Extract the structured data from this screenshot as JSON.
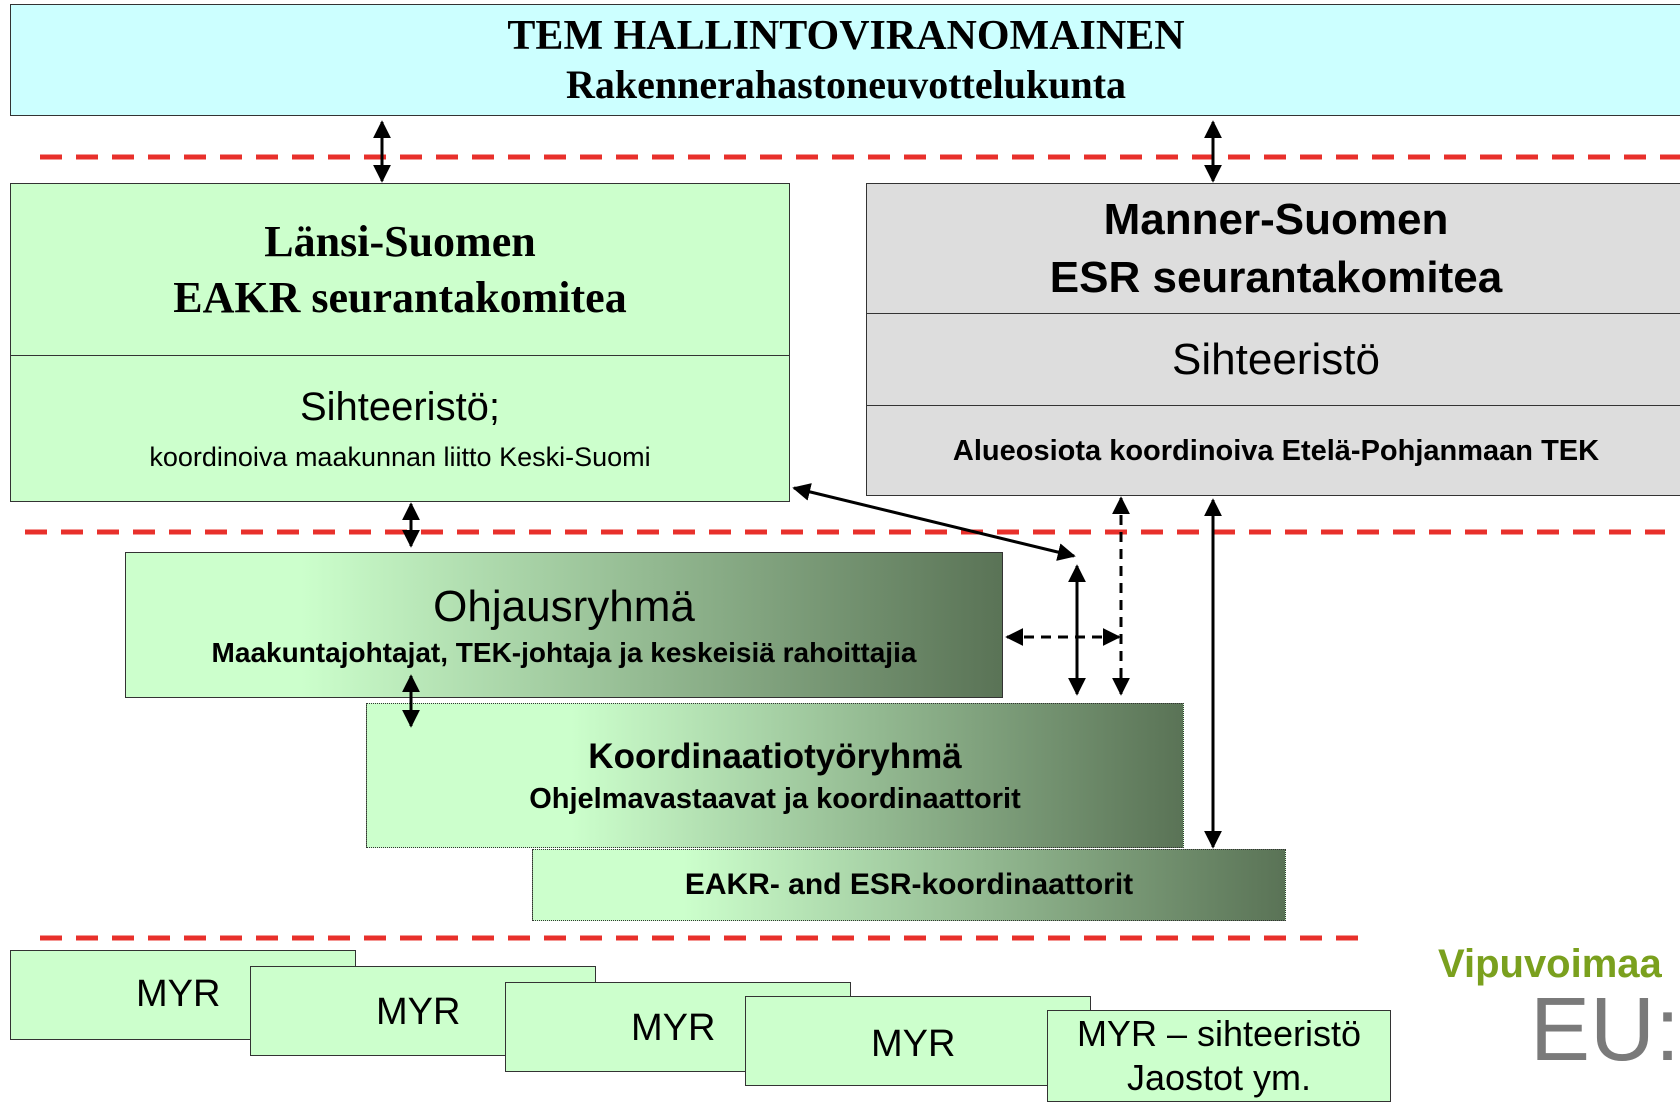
{
  "top": {
    "title": "TEM HALLINTOVIRANOMAINEN",
    "subtitle": "Rakennerahastoneuvottelukunta"
  },
  "eakr": {
    "title_line1": "Länsi-Suomen",
    "title_line2": "EAKR seurantakomitea",
    "secretariat": "Sihteeristö;",
    "coordinator": "koordinoiva maakunnan liitto Keski-Suomi"
  },
  "esr": {
    "title_line1": "Manner-Suomen",
    "title_line2": "ESR seurantakomitea",
    "secretariat": "Sihteeristö",
    "coordinator": "Alueosiota koordinoiva Etelä-Pohjanmaan TEK"
  },
  "steering": {
    "title": "Ohjausryhmä",
    "members": "Maakuntajohtajat, TEK-johtaja ja keskeisiä rahoittajia"
  },
  "coordination": {
    "title": "Koordinaatiotyöryhmä",
    "members": "Ohjelmavastaavat ja koordinaattorit"
  },
  "coordinators": {
    "label": "EAKR- and ESR-koordinaattorit"
  },
  "myr": {
    "items": [
      "MYR",
      "MYR",
      "MYR",
      "MYR"
    ],
    "secretariat_line1": "MYR – sihteeristö",
    "secretariat_line2": "Jaostot ym."
  },
  "logo": {
    "text1": "Vipuvoimaa",
    "text2": "EU:"
  },
  "colors": {
    "top_box": "#ccffff",
    "green_box": "#ccffcc",
    "grey_box": "#dddddd",
    "dark_green": "#5a7356",
    "separator": "#e8302b",
    "logo_green": "#7aa01e",
    "logo_grey": "#7a7a7a"
  }
}
